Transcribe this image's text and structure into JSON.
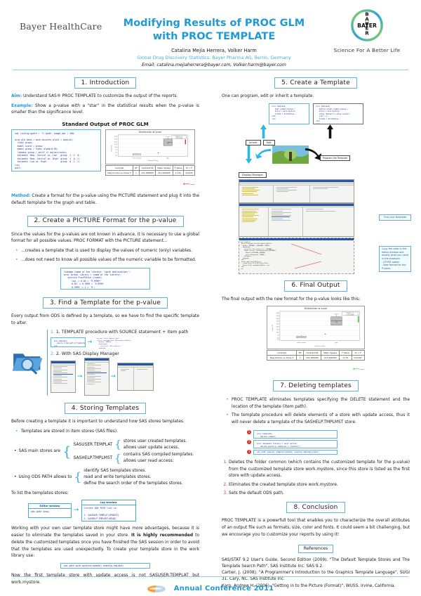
{
  "header": {
    "brand": "Bayer HealthCare",
    "title_line1": "Modifying Results of PROC GLM",
    "title_line2": "with PROC TEMPLATE",
    "authors": "Catalina Mejía Herrera, Volker Harm",
    "affiliation": "Global Drug Discovery Statistics, Bayer Pharma AG, Berlin, Germany",
    "email": "Email: catalina.mejiaherrera@bayer.com, Volker.harm@bayer.com",
    "logo_text": "BAYER",
    "tagline": "Science For A Better Life",
    "accent_color": "#1e9ad6"
  },
  "sections": {
    "s1": {
      "heading": "1. Introduction",
      "aim_label": "Aim:",
      "aim_text": " Understand SAS® PROC TEMPLATE to customize the output of the reports.",
      "example_label": "Example:",
      "example_text": " Show a p-value with a \"star\" in the statistical results when the p-value is smaller than the significance level.",
      "figure_title": "Standard Output of PROC GLM",
      "method_label": "Method:",
      "method_text": " Create a format for the p-value using the PICTURE statement and plug it into the default template for the graph and table.",
      "code": "ods listing gpath = 'C:\\path' image_dpi = 300;\n\nproc glm data = work.mscores plots = boxplot;\n  class group;\n  model score = group;\n  means group / tukey alpha=0.05;\n  lsmeans group / pdiff cl adjust=tukey;\n  estimate 'Neg. Control vs. Low'  group  1 -1  0;\n  estimate 'Neg. Control vs. High' group  1  0 -1;\n  estimate 'Low vs. High'          group  0  1 -1;\nrun;\nquit;\n\nods listing close;"
    },
    "s2": {
      "heading": "2. Create a PICTURE Format for the p-value",
      "intro": "Since the values for the p-values are not known in advance, it is necessary to use a global format for all possible values. PROC FORMAT with the PICTURE statement...",
      "bullets": [
        "...creates a template that is used to display the values of numeric (only) variables.",
        "...does not need to know all possible values of the numeric variable to be formatted."
      ],
      "code": "libname <name of the library> '<path destination>';\nproc format library = <name of the library>;\n   picture ProcPValue (round)\n      low -< 0.05 = '9.9999*'\n      0.05 -< 0.9999 = '9.9999'\n      0.9999 -< 1 = '9';\nrun;"
    },
    "s3": {
      "heading": "3. Find a Template for the p-value",
      "intro": "Every output from ODS is defined by a template, so we have to find the specific template to alter.",
      "step1": "1. TEMPLATE procedure with SOURCE statement + item path",
      "step2": "2. With SAS Display Manager",
      "code": "proc template;\n   source <item path of template>;\nrun;",
      "out_code": "ods html file='template.html';\n define statgraph Stat.GLM.Graphics.BoxPlot;\n   dynamic _PVALUE;\n   begingraph;\n     entrytitle 'Distribution';\n   endgraph;\n end;\n\n define table Stat.GLM.Tests;\n   column Source DF SS MS FValue ProbF;\n   define ProbF;\n     format=PVALUE6.4;\n   end;\n end;"
    },
    "s4": {
      "heading": "4. Storing Templates",
      "intro": "Before creating a template it is important to understand how SAS stores templates.",
      "bullet1": "Templates are stored in item stores (SAS files).",
      "main_stores_label": "SAS main stores are",
      "stores": [
        {
          "name": "SASUSER.TEMPLAT",
          "desc": [
            "stores user created templates.",
            "allows user update access."
          ]
        },
        {
          "name": "SASHELP.TMPLMST",
          "desc": [
            "contains SAS compiled templates.",
            "allows user read access."
          ]
        }
      ],
      "odspath_label": "Using ODS PATH allows to",
      "odspath_items": [
        "identify SAS templates stores.",
        "read and write templates stores.",
        "define the search order of the templates stores."
      ],
      "list_intro": "To list the templates stores:",
      "editor_caption": "Editor window",
      "editor_code": "ods path show;",
      "log_caption": "Log window",
      "log_text": "Current ODS PATH list is:\n\n1. SASUSER.TEMPLAT(UPDATE)\n2. SASHELP.TMPLMST(READ)",
      "para_a": "Working with your own user template store might have more advantages, because it is easier to eliminate the templates saved in your store.",
      "para_b_bold": "It is highly recommended",
      "para_b": " to delete the customized templates once you have finished the SAS session in order to avoid that the templates are used unexpectedly. To create your template store in the work library use:",
      "path_code": "ods path work.mystore(update) sashelp.tmplmst;",
      "para_c": "Now the first template store with update access is not SASUSER.TEMPLAT but work.mystore."
    },
    "s5": {
      "heading": "5. Create a Template",
      "intro": "One can program, edit or inherit a template.",
      "code_edit": "proc template;\n   edit common.pvalue /\n   store = work.mystore\n   format = ProcPValue.;\nend;\nrun;",
      "code_define": "proc template;\n   define column common.pvalue /\n   store = work.mystore\n   notes \"Default p-value column\";\n   just = c;\n   format = ProcPValue.;\nend;\nrun;",
      "btn_inherit": "Inherit",
      "btn_edit": "Edit",
      "btn_display_manager": "Display Manager",
      "btn_program": "Program the Template",
      "callout_find": "Find your template",
      "callout_copy": "Copy the code in the editor window and modify what you need in the example:\n- STORE option\n- New format for the P-value."
    },
    "s6": {
      "heading": "6. Final Output",
      "intro": "The final output with the new format for the p-value looks like this:"
    },
    "s7": {
      "heading": "7. Deleting templates",
      "bullets": [
        "PROC TEMPLATE eliminates templates specifying the DELETE statement and the location of the template (item path).",
        "The template procedure will delete elements of a store with update access, thus it will never delete a template of the SASHELP.TMPLMST store."
      ],
      "code1": "proc template;\n   delete common;\nrun;",
      "code2": "proc datasets library = work nolist;\n   delete mystore (memtype = itemstor);\nrun;",
      "code3": "ods path sasuser.templat(update) sashelp.tmplmst(read);",
      "numbers": [
        "Deletes the folder common (which contains the customized template for the p-value) from the customized template store work.mystore, since this store is listed as the first store with update access.",
        "Eliminates the created template store work.mystore.",
        "Sets the default ODS path."
      ]
    },
    "s8": {
      "heading": "8. Conclusion",
      "text": "PROC TEMPLATE is a powerfull tool that enables you to characterize the overall atributes of an output file such as formats, size, color and fonts. It could seem a bit challenging, but we encourage you to customize your reports by using it!"
    },
    "refs": {
      "heading": "References",
      "items": [
        "SAS/STAT 9.2 User's Guide, Second Edition (2009). \"The Default Template Stores and The Template Search Path\", SAS Institute Inc. SAS 9.2.",
        "Cartier, J. (2008). \"A Programmer's Introduction to the Graphics Template Language\", SUGI 31. Cary, NC. SAS Institute Inc.",
        "Karp, Andrew H. (2006). \"Getting in to the Picture (Format)\", WUSS. Irvine, California."
      ]
    }
  },
  "chart_data": [
    {
      "type": "box",
      "title": "Distribution of score",
      "xlabel": "Treatment Group",
      "ylabel": "Score (%)",
      "categories": [
        "vehicle control",
        "high"
      ],
      "ylim": [
        0,
        30
      ],
      "yticks": [
        "0.0",
        "2.5",
        "5.0",
        "7.5",
        "10.0",
        "12.5",
        "15.0",
        "17.5",
        "20.0",
        "22.5",
        "25.0",
        "27.5",
        "30.0"
      ],
      "boxes": [
        {
          "category": "vehicle control",
          "q1": 1.0,
          "median": 1.5,
          "q3": 2.0,
          "min": 0.5,
          "max": 2.5,
          "mean": 1.5
        },
        {
          "category": "high",
          "q1": 17.0,
          "median": 20.0,
          "q3": 23.0,
          "min": 14.0,
          "max": 27.0,
          "mean": 20.0
        }
      ],
      "annotation_label": "F Value   Pr > F",
      "annotation_value": "17.51    0.0232",
      "marker_color": "#d52b1e"
    },
    {
      "type": "table",
      "title": "Contrast table (standard)",
      "columns": [
        "Contrast",
        "DF",
        "Contrast SS",
        "Mean Square",
        "F Value",
        "Pr > F"
      ],
      "rows": [
        [
          "Neg.Control vs. Dose 3",
          "1",
          "211.000000",
          "211.000000",
          "17.51",
          "0.0232"
        ]
      ],
      "highlight_color": "#d52b1e"
    },
    {
      "type": "box",
      "title": "Distribution of score",
      "xlabel": "Treatment Group",
      "ylabel": "Score (%)",
      "categories": [
        "vehicle control",
        "high"
      ],
      "ylim": [
        0,
        30
      ],
      "yticks": [
        "0.0",
        "2.5",
        "5.0",
        "7.5",
        "10.0",
        "12.5",
        "15.0",
        "17.5",
        "20.0",
        "22.5",
        "25.0",
        "27.5",
        "30.0"
      ],
      "boxes": [
        {
          "category": "vehicle control",
          "q1": 1.0,
          "median": 1.5,
          "q3": 2.0,
          "min": 0.5,
          "max": 2.5,
          "mean": 1.5
        },
        {
          "category": "high",
          "q1": 17.0,
          "median": 20.0,
          "q3": 23.0,
          "min": 14.0,
          "max": 27.0,
          "mean": 20.0
        }
      ],
      "annotation_label": "F Value   Pr > F",
      "annotation_value": "17.51    0.0232*",
      "marker_color": "#3cc63c"
    },
    {
      "type": "table",
      "title": "Contrast table (modified)",
      "columns": [
        "Contrast",
        "DF",
        "Contrast SS",
        "Mean Square",
        "F Value",
        "Pr > F"
      ],
      "rows": [
        [
          "Neg.Control vs. Dose 3",
          "1",
          "211.000000",
          "211.000000",
          "17.51",
          "0.0232*"
        ]
      ],
      "highlight_color": "#3cc63c"
    }
  ],
  "footer": {
    "logo_name": "phuse-logo",
    "text": "Annual Conference 2011"
  }
}
